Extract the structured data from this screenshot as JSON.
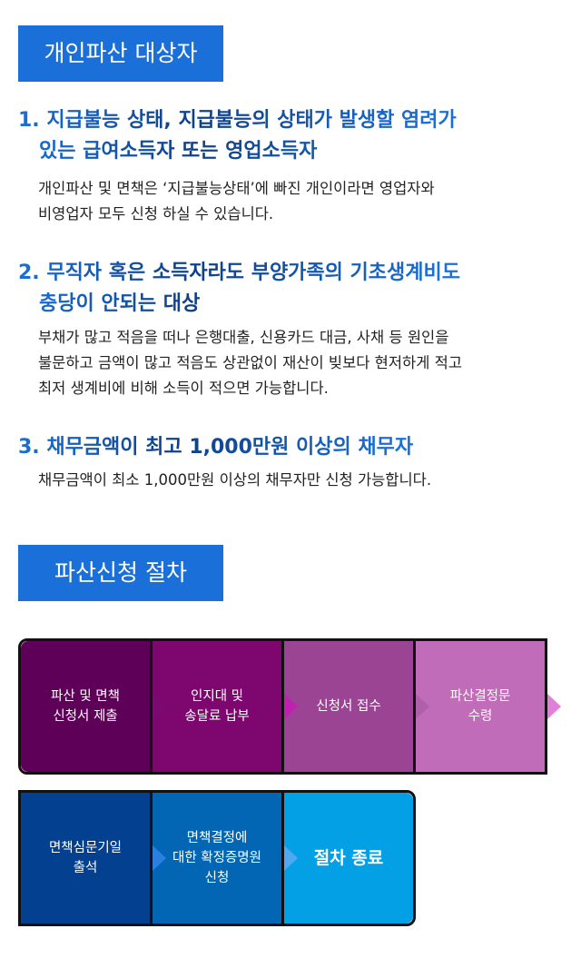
{
  "section1": {
    "title": "개인파산 대상자",
    "items": [
      {
        "heading1": "1. 지급불능 상태, 지급불능의 상태가 발생할 염려가",
        "heading2": "있는 급여소득자 또는 영업소득자",
        "lines": [
          "개인파산 및 면책은 ‘지급불능상태’에 빠진 개인이라면 영업자와",
          "비영업자 모두 신청 하실 수 있습니다."
        ]
      },
      {
        "heading1": "2. 무직자 혹은 소득자라도 부양가족의 기초생계비도",
        "heading2": "충당이 안되는 대상",
        "lines": [
          "부채가 많고 적음을 떠나 은행대출, 신용카드 대금, 사채 등 원인을",
          "불문하고 금액이 많고 적음도 상관없이 재산이 빚보다 현저하게 적고",
          "최저 생계비에 비해 소득이 적으면 가능합니다."
        ]
      },
      {
        "heading1": "3. 채무금액이 최고 1,000만원 이상의 채무자",
        "lines": [
          "채무금액이 최소 1,000만원 이상의 채무자만 신청 가능합니다."
        ]
      }
    ]
  },
  "section2": {
    "title": "파산신청 절차",
    "row1": [
      {
        "l1": "파산 및 면책",
        "l2": "신청서 제출",
        "color": "#5e0058",
        "arrow": "#7a0a72"
      },
      {
        "l1": "인지대 및",
        "l2": "송달료 납부",
        "color": "#7d076f",
        "arrow": "#c020b0"
      },
      {
        "l1": "신청서 접수",
        "color": "#9b4494",
        "arrow": "#b060a8"
      },
      {
        "l1": "파산결정문",
        "l2": "수령",
        "color": "#c06cb8",
        "arrow": "#e080d8"
      }
    ],
    "row2": [
      {
        "l1": "면책심문기일",
        "l2": "출석",
        "color": "#03408f",
        "arrow": "#2a80e0"
      },
      {
        "l1": "면책결정에",
        "l2": "대한 확정증명원",
        "l3": "신청",
        "color": "#0366b4",
        "arrow": "#50a8f0"
      },
      {
        "l1": "절차 종료",
        "color": "#03a0e6"
      }
    ]
  }
}
